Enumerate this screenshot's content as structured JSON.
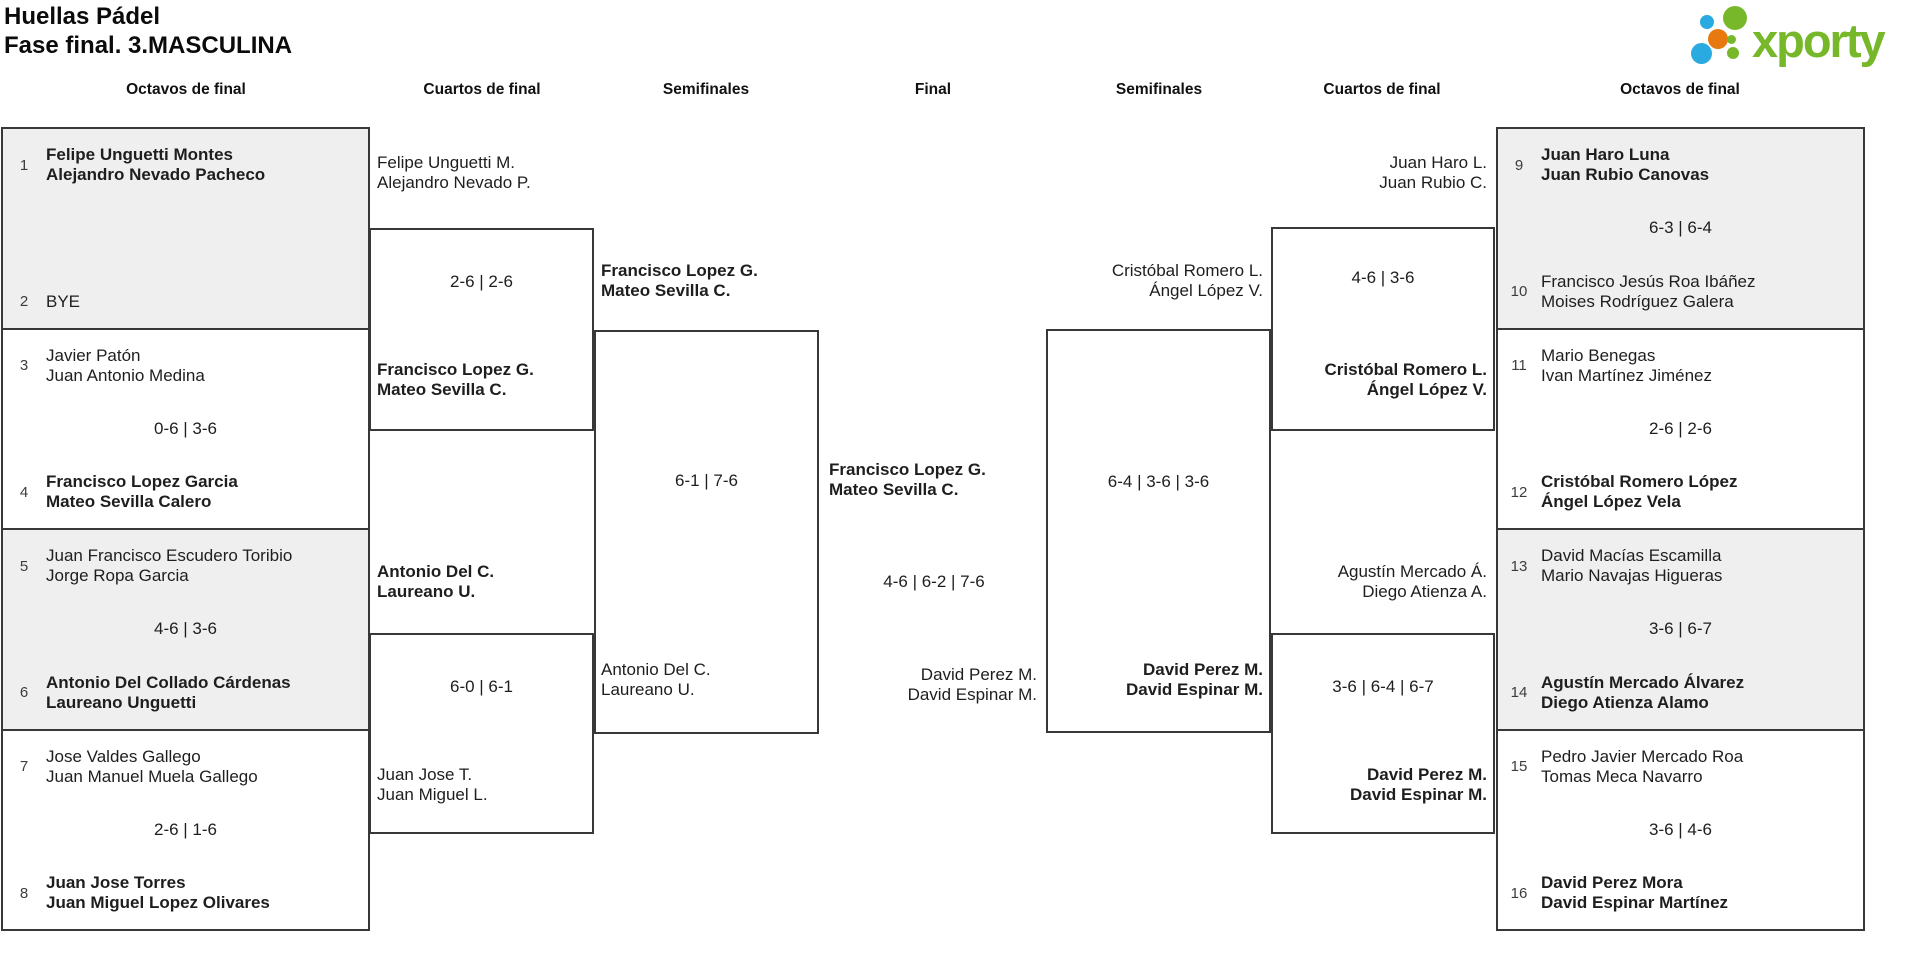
{
  "title": {
    "line1": "Huellas Pádel",
    "line2": "Fase final. 3.MASCULINA"
  },
  "logo": {
    "text": "xporty",
    "colors": {
      "green": "#76b82a",
      "blue": "#29abe2",
      "orange": "#e8790f"
    }
  },
  "colors": {
    "shade": "#efefef",
    "border": "#383838",
    "text": "#1e1e1e"
  },
  "bracket": {
    "headers": [
      "Octavos de final",
      "Cuartos de final",
      "Semifinales",
      "Final",
      "Semifinales",
      "Cuartos de final",
      "Octavos de final"
    ],
    "r16_left": [
      {
        "seed_a": "1",
        "team_a1": "Felipe Unguetti Montes",
        "team_a2": "Alejandro Nevado Pacheco",
        "score": "",
        "seed_b": "2",
        "team_b1": "BYE",
        "team_b2": ""
      },
      {
        "seed_a": "3",
        "team_a1": "Javier Patón",
        "team_a2": "Juan Antonio Medina",
        "score": "0-6 | 3-6",
        "seed_b": "4",
        "team_b1": "Francisco Lopez Garcia",
        "team_b2": "Mateo Sevilla Calero"
      },
      {
        "seed_a": "5",
        "team_a1": "Juan Francisco Escudero Toribio",
        "team_a2": "Jorge Ropa Garcia",
        "score": "4-6 | 3-6",
        "seed_b": "6",
        "team_b1": "Antonio Del Collado Cárdenas",
        "team_b2": "Laureano Unguetti"
      },
      {
        "seed_a": "7",
        "team_a1": "Jose Valdes Gallego",
        "team_a2": "Juan Manuel Muela Gallego",
        "score": "2-6 | 1-6",
        "seed_b": "8",
        "team_b1": "Juan Jose Torres",
        "team_b2": "Juan Miguel Lopez Olivares"
      }
    ],
    "r16_right": [
      {
        "seed_a": "9",
        "team_a1": "Juan Haro Luna",
        "team_a2": "Juan Rubio Canovas",
        "score": "6-3 | 6-4",
        "seed_b": "10",
        "team_b1": "Francisco Jesús Roa Ibáñez",
        "team_b2": "Moises Rodríguez Galera"
      },
      {
        "seed_a": "11",
        "team_a1": "Mario Benegas",
        "team_a2": "Ivan Martínez Jiménez",
        "score": "2-6 | 2-6",
        "seed_b": "12",
        "team_b1": "Cristóbal Romero López",
        "team_b2": "Ángel López Vela"
      },
      {
        "seed_a": "13",
        "team_a1": "David Macías Escamilla",
        "team_a2": "Mario Navajas Higueras",
        "score": "3-6 | 6-7",
        "seed_b": "14",
        "team_b1": "Agustín Mercado Álvarez",
        "team_b2": "Diego Atienza Alamo"
      },
      {
        "seed_a": "15",
        "team_a1": "Pedro Javier Mercado Roa",
        "team_a2": "Tomas Meca Navarro",
        "score": "3-6 | 4-6",
        "seed_b": "16",
        "team_b1": "David Perez Mora",
        "team_b2": "David Espinar Martínez"
      }
    ],
    "qf_left": [
      {
        "team_a1": "Felipe Unguetti M.",
        "team_a2": "Alejandro Nevado P.",
        "score": "2-6 | 2-6",
        "team_b1": "Francisco Lopez G.",
        "team_b2": "Mateo Sevilla C."
      },
      {
        "team_a1": "Antonio Del C.",
        "team_a2": "Laureano U.",
        "score": "6-0 | 6-1",
        "team_b1": "Juan Jose T.",
        "team_b2": "Juan Miguel L."
      }
    ],
    "qf_right": [
      {
        "team_a1": "Juan Haro L.",
        "team_a2": "Juan Rubio C.",
        "score": "4-6 | 3-6",
        "team_b1": "Cristóbal Romero L.",
        "team_b2": "Ángel López V."
      },
      {
        "team_a1": "Agustín Mercado Á.",
        "team_a2": "Diego Atienza A.",
        "score": "3-6 | 6-4 | 6-7",
        "team_b1": "David Perez M.",
        "team_b2": "David Espinar M."
      }
    ],
    "sf_left": {
      "team_a1": "Francisco Lopez G.",
      "team_a2": "Mateo Sevilla C.",
      "score": "6-1 | 7-6",
      "team_b1": "Antonio Del C.",
      "team_b2": "Laureano U."
    },
    "sf_right": {
      "team_a1": "Cristóbal Romero L.",
      "team_a2": "Ángel López V.",
      "score": "6-4 | 3-6 | 3-6",
      "team_b1": "David Perez M.",
      "team_b2": "David Espinar M."
    },
    "final": {
      "team_a1": "Francisco Lopez G.",
      "team_a2": "Mateo Sevilla C.",
      "score": "4-6 | 6-2 | 7-6",
      "team_b1": "David Perez M.",
      "team_b2": "David Espinar M."
    }
  }
}
